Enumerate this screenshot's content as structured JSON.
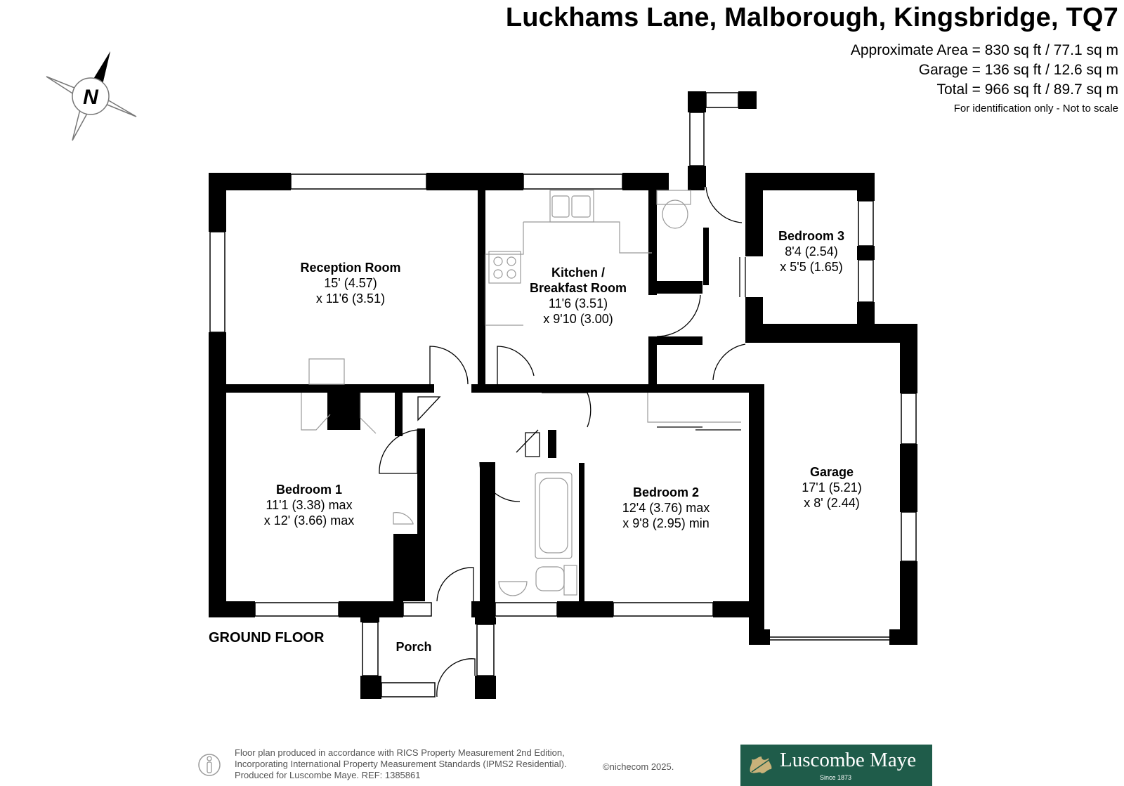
{
  "header": {
    "title": "Luckhams Lane, Malborough, Kingsbridge, TQ7",
    "area_lines": [
      "Approximate Area = 830 sq ft / 77.1 sq m",
      "Garage = 136 sq ft / 12.6 sq m",
      "Total = 966 sq ft / 89.7 sq m"
    ],
    "note": "For identification only - Not to scale"
  },
  "compass": {
    "letter": "N",
    "icon": "compass-north-icon"
  },
  "floor_label": "GROUND FLOOR",
  "rooms": {
    "reception": {
      "name": "Reception Room",
      "dim1": "15' (4.57)",
      "dim2": "x 11'6 (3.51)"
    },
    "kitchen": {
      "name1": "Kitchen /",
      "name2": "Breakfast Room",
      "dim1": "11'6 (3.51)",
      "dim2": "x 9'10 (3.00)"
    },
    "bedroom3": {
      "name": "Bedroom 3",
      "dim1": "8'4 (2.54)",
      "dim2": "x 5'5 (1.65)"
    },
    "bedroom1": {
      "name": "Bedroom 1",
      "dim1": "11'1 (3.38) max",
      "dim2": "x 12' (3.66) max"
    },
    "bedroom2": {
      "name": "Bedroom 2",
      "dim1": "12'4 (3.76) max",
      "dim2": "x 9'8 (2.95) min"
    },
    "garage": {
      "name": "Garage",
      "dim1": "17'1 (5.21)",
      "dim2": "x 8' (2.44)"
    },
    "porch": {
      "name": "Porch"
    }
  },
  "footer": {
    "lines": [
      "Floor plan produced in accordance with RICS Property Measurement 2nd Edition,",
      "Incorporating International Property Measurement Standards (IPMS2 Residential).",
      "Produced for Luscombe Maye.   REF:  1385861"
    ],
    "copyright": "©nichecom 2025.",
    "icon": "person-icon"
  },
  "logo": {
    "name": "Luscombe Maye",
    "since": "Since 1873",
    "icon": "oak-leaf-icon",
    "bg_color": "#1f5c4a"
  },
  "colors": {
    "wall": "#000000",
    "fixture_line": "#999999"
  }
}
